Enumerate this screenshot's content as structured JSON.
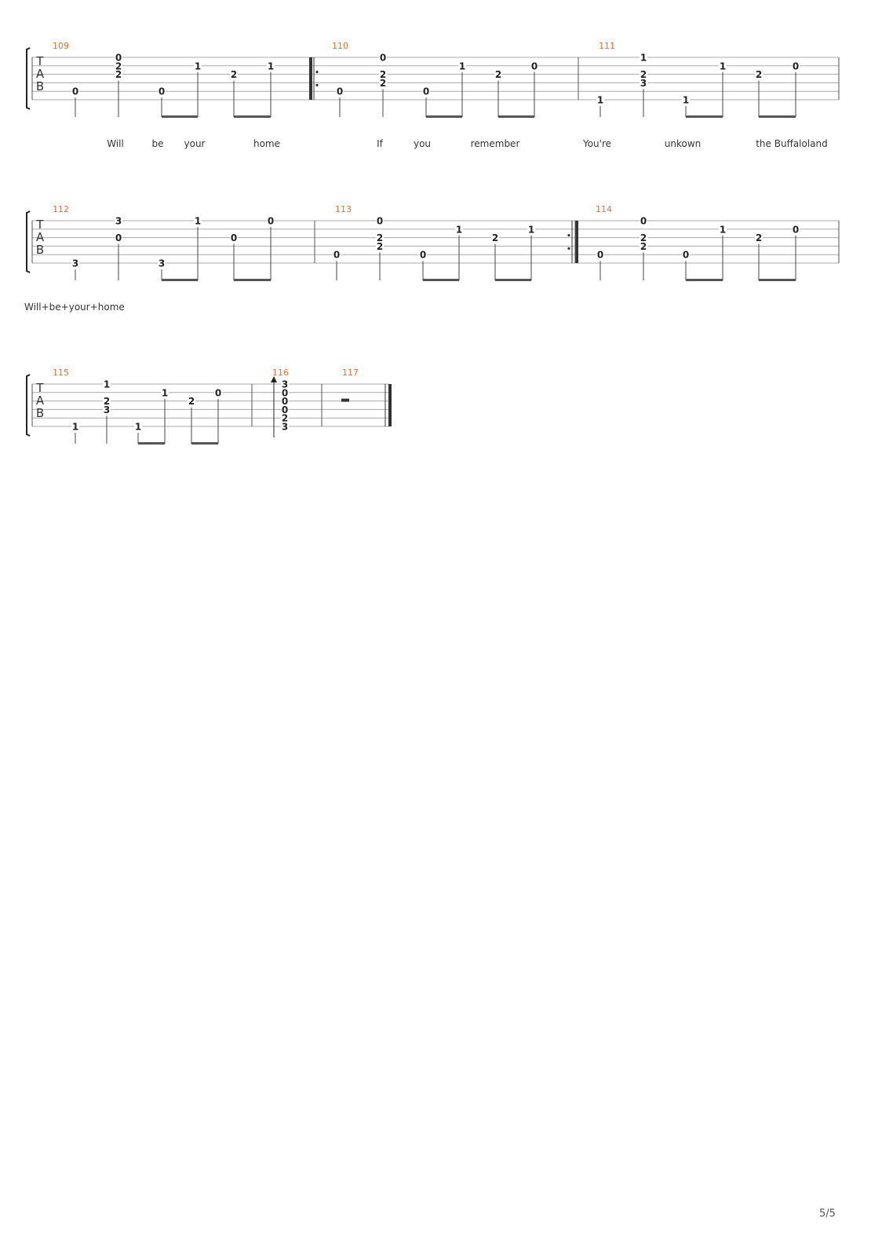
{
  "page": {
    "number_label": "5/5"
  },
  "tab_clef": [
    "T",
    "A",
    "B"
  ],
  "rest_symbol": "half-rest",
  "systems": [
    {
      "measures": [
        {
          "number": "109",
          "notes": [
            {
              "string": 5,
              "fret": "0"
            },
            {
              "string": 1,
              "fret": "0"
            },
            {
              "string": 2,
              "fret": "2"
            },
            {
              "string": 3,
              "fret": "2"
            },
            {
              "string": 5,
              "fret": "0"
            },
            {
              "string": 2,
              "fret": "1"
            },
            {
              "string": 3,
              "fret": "2"
            },
            {
              "string": 2,
              "fret": "1"
            }
          ]
        },
        {
          "number": "110",
          "repeat_start": true,
          "notes": [
            {
              "string": 5,
              "fret": "0"
            },
            {
              "string": 1,
              "fret": "0"
            },
            {
              "string": 3,
              "fret": "2"
            },
            {
              "string": 4,
              "fret": "2"
            },
            {
              "string": 5,
              "fret": "0"
            },
            {
              "string": 2,
              "fret": "1"
            },
            {
              "string": 3,
              "fret": "2"
            },
            {
              "string": 2,
              "fret": "0"
            }
          ]
        },
        {
          "number": "111",
          "notes": [
            {
              "string": 6,
              "fret": "1"
            },
            {
              "string": 1,
              "fret": "1"
            },
            {
              "string": 3,
              "fret": "2"
            },
            {
              "string": 4,
              "fret": "3"
            },
            {
              "string": 6,
              "fret": "1"
            },
            {
              "string": 2,
              "fret": "1"
            },
            {
              "string": 3,
              "fret": "2"
            },
            {
              "string": 2,
              "fret": "0"
            }
          ]
        }
      ],
      "lyrics": [
        "Will",
        "be",
        "your",
        "home",
        "If",
        "you",
        "remember",
        "You're",
        "unkown",
        "the Buffaloland"
      ]
    },
    {
      "measures": [
        {
          "number": "112",
          "notes": [
            {
              "string": 6,
              "fret": "3"
            },
            {
              "string": 1,
              "fret": "3"
            },
            {
              "string": 3,
              "fret": "0"
            },
            {
              "string": 6,
              "fret": "3"
            },
            {
              "string": 1,
              "fret": "1"
            },
            {
              "string": 3,
              "fret": "0"
            },
            {
              "string": 1,
              "fret": "0"
            }
          ]
        },
        {
          "number": "113",
          "repeat_end": true,
          "notes": [
            {
              "string": 5,
              "fret": "0"
            },
            {
              "string": 1,
              "fret": "0"
            },
            {
              "string": 3,
              "fret": "2"
            },
            {
              "string": 4,
              "fret": "2"
            },
            {
              "string": 5,
              "fret": "0"
            },
            {
              "string": 2,
              "fret": "1"
            },
            {
              "string": 3,
              "fret": "2"
            },
            {
              "string": 2,
              "fret": "1"
            }
          ]
        },
        {
          "number": "114",
          "notes": [
            {
              "string": 5,
              "fret": "0"
            },
            {
              "string": 1,
              "fret": "0"
            },
            {
              "string": 3,
              "fret": "2"
            },
            {
              "string": 4,
              "fret": "2"
            },
            {
              "string": 5,
              "fret": "0"
            },
            {
              "string": 2,
              "fret": "1"
            },
            {
              "string": 3,
              "fret": "2"
            },
            {
              "string": 2,
              "fret": "0"
            }
          ]
        }
      ],
      "lyrics": [
        "Will+be+your+home"
      ]
    },
    {
      "measures": [
        {
          "number": "115",
          "notes": [
            {
              "string": 6,
              "fret": "1"
            },
            {
              "string": 1,
              "fret": "1"
            },
            {
              "string": 3,
              "fret": "2"
            },
            {
              "string": 4,
              "fret": "3"
            },
            {
              "string": 6,
              "fret": "1"
            },
            {
              "string": 2,
              "fret": "1"
            },
            {
              "string": 3,
              "fret": "2"
            },
            {
              "string": 2,
              "fret": "0"
            }
          ]
        },
        {
          "number": "116",
          "strum": "up",
          "notes": [
            {
              "string": 1,
              "fret": "3"
            },
            {
              "string": 2,
              "fret": "0"
            },
            {
              "string": 3,
              "fret": "0"
            },
            {
              "string": 4,
              "fret": "0"
            },
            {
              "string": 5,
              "fret": "2"
            },
            {
              "string": 6,
              "fret": "3"
            }
          ]
        },
        {
          "number": "117",
          "rest": true,
          "final_barline": true,
          "notes": []
        }
      ],
      "lyrics": []
    }
  ]
}
